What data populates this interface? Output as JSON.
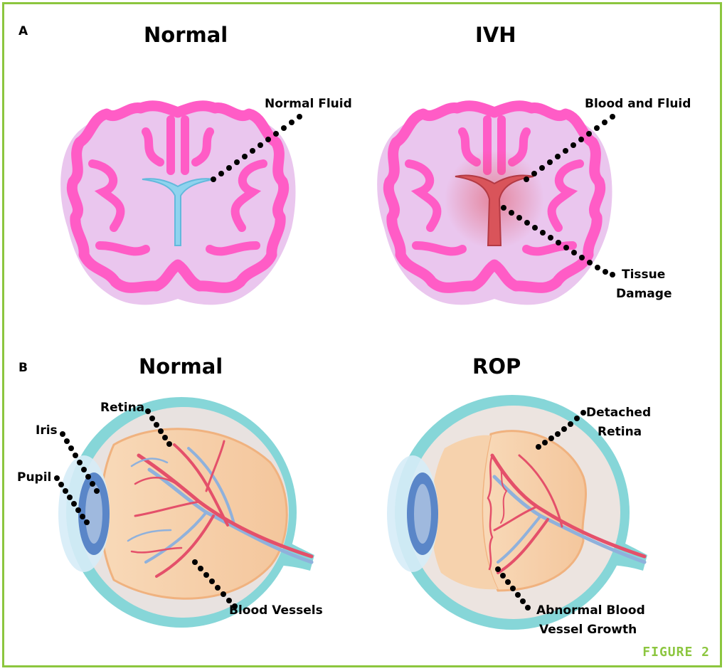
{
  "panel_a": {
    "letter": "A",
    "left_title": "Normal",
    "right_title": "IVH",
    "callouts": {
      "normal_fluid": "Normal Fluid",
      "blood_and_fluid": "Blood and Fluid",
      "tissue_damage_1": "Tissue",
      "tissue_damage_2": "Damage"
    }
  },
  "panel_b": {
    "letter": "B",
    "left_title": "Normal",
    "right_title": "ROP",
    "callouts": {
      "retina": "Retina",
      "iris": "Iris",
      "pupil": "Pupil",
      "blood_vessels": "Blood Vessels",
      "detached_1": "Detached",
      "detached_2": "Retina",
      "abnormal_1": "Abnormal Blood",
      "abnormal_2": "Vessel Growth"
    }
  },
  "figure_label": "FIGURE 2",
  "colors": {
    "frame": "#8cc63f",
    "brain_outer": "#e8c4ec",
    "brain_cortex": "#ff5fc8",
    "ventricle_normal": "#8fd3ee",
    "ventricle_ivh": "#d9545a",
    "eye_outer": "#86d6d8",
    "eye_inner": "#f6d2ad",
    "vessel_red": "#e4506a",
    "vessel_blue": "#8fb1dc",
    "iris": "#5a86c8"
  }
}
